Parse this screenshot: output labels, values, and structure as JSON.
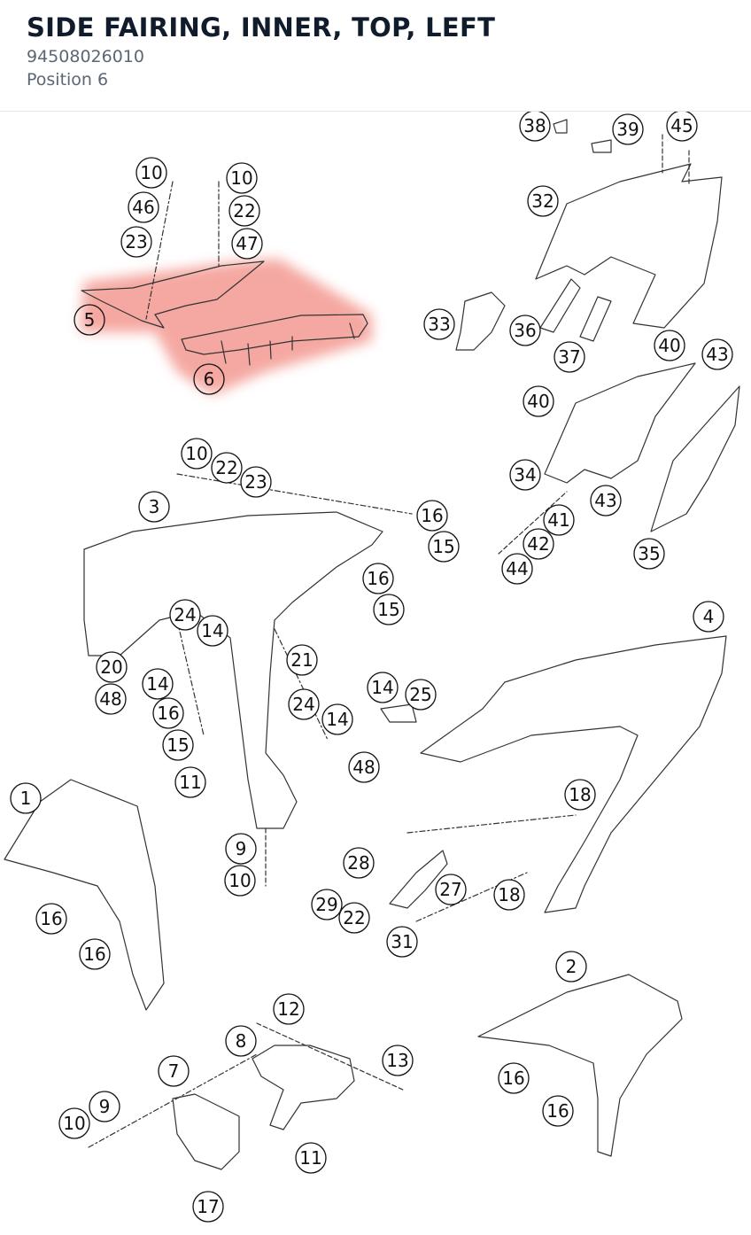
{
  "header": {
    "title": "SIDE FAIRING, INNER, TOP, LEFT",
    "part_number": "94508026010",
    "position": "Position 6"
  },
  "colors": {
    "highlight": "#f28b82",
    "line": "#333333",
    "callout_text": "#111111"
  },
  "callouts": [
    {
      "id": "c10a",
      "label": "10"
    },
    {
      "id": "c46",
      "label": "46"
    },
    {
      "id": "c23a",
      "label": "23"
    },
    {
      "id": "c10b",
      "label": "10"
    },
    {
      "id": "c22a",
      "label": "22"
    },
    {
      "id": "c47",
      "label": "47"
    },
    {
      "id": "c5",
      "label": "5"
    },
    {
      "id": "c6",
      "label": "6"
    },
    {
      "id": "c38",
      "label": "38"
    },
    {
      "id": "c39",
      "label": "39"
    },
    {
      "id": "c45",
      "label": "45"
    },
    {
      "id": "c32",
      "label": "32"
    },
    {
      "id": "c33",
      "label": "33"
    },
    {
      "id": "c36",
      "label": "36"
    },
    {
      "id": "c37",
      "label": "37"
    },
    {
      "id": "c40a",
      "label": "40"
    },
    {
      "id": "c43a",
      "label": "43"
    },
    {
      "id": "c40b",
      "label": "40"
    },
    {
      "id": "c34",
      "label": "34"
    },
    {
      "id": "c43b",
      "label": "43"
    },
    {
      "id": "c41",
      "label": "41"
    },
    {
      "id": "c42",
      "label": "42"
    },
    {
      "id": "c44",
      "label": "44"
    },
    {
      "id": "c35",
      "label": "35"
    },
    {
      "id": "c10c",
      "label": "10"
    },
    {
      "id": "c22b",
      "label": "22"
    },
    {
      "id": "c23b",
      "label": "23"
    },
    {
      "id": "c3",
      "label": "3"
    },
    {
      "id": "c16a",
      "label": "16"
    },
    {
      "id": "c15a",
      "label": "15"
    },
    {
      "id": "c16b",
      "label": "16"
    },
    {
      "id": "c15b",
      "label": "15"
    },
    {
      "id": "c24a",
      "label": "24"
    },
    {
      "id": "c14a",
      "label": "14"
    },
    {
      "id": "c21",
      "label": "21"
    },
    {
      "id": "c20",
      "label": "20"
    },
    {
      "id": "c14b",
      "label": "14"
    },
    {
      "id": "c48a",
      "label": "48"
    },
    {
      "id": "c16c",
      "label": "16"
    },
    {
      "id": "c15c",
      "label": "15"
    },
    {
      "id": "c24b",
      "label": "24"
    },
    {
      "id": "c14c",
      "label": "14"
    },
    {
      "id": "c11a",
      "label": "11"
    },
    {
      "id": "c4",
      "label": "4"
    },
    {
      "id": "c14d",
      "label": "14"
    },
    {
      "id": "c25",
      "label": "25"
    },
    {
      "id": "c48b",
      "label": "48"
    },
    {
      "id": "c18a",
      "label": "18"
    },
    {
      "id": "c1",
      "label": "1"
    },
    {
      "id": "c9a",
      "label": "9"
    },
    {
      "id": "c10d",
      "label": "10"
    },
    {
      "id": "c28",
      "label": "28"
    },
    {
      "id": "c27",
      "label": "27"
    },
    {
      "id": "c18b",
      "label": "18"
    },
    {
      "id": "c29",
      "label": "29"
    },
    {
      "id": "c22c",
      "label": "22"
    },
    {
      "id": "c31",
      "label": "31"
    },
    {
      "id": "c16d",
      "label": "16"
    },
    {
      "id": "c16e",
      "label": "16"
    },
    {
      "id": "c2",
      "label": "2"
    },
    {
      "id": "c12",
      "label": "12"
    },
    {
      "id": "c8",
      "label": "8"
    },
    {
      "id": "c13",
      "label": "13"
    },
    {
      "id": "c7",
      "label": "7"
    },
    {
      "id": "c9b",
      "label": "9"
    },
    {
      "id": "c10e",
      "label": "10"
    },
    {
      "id": "c11b",
      "label": "11"
    },
    {
      "id": "c16f",
      "label": "16"
    },
    {
      "id": "c16g",
      "label": "16"
    },
    {
      "id": "c17",
      "label": "17"
    }
  ]
}
